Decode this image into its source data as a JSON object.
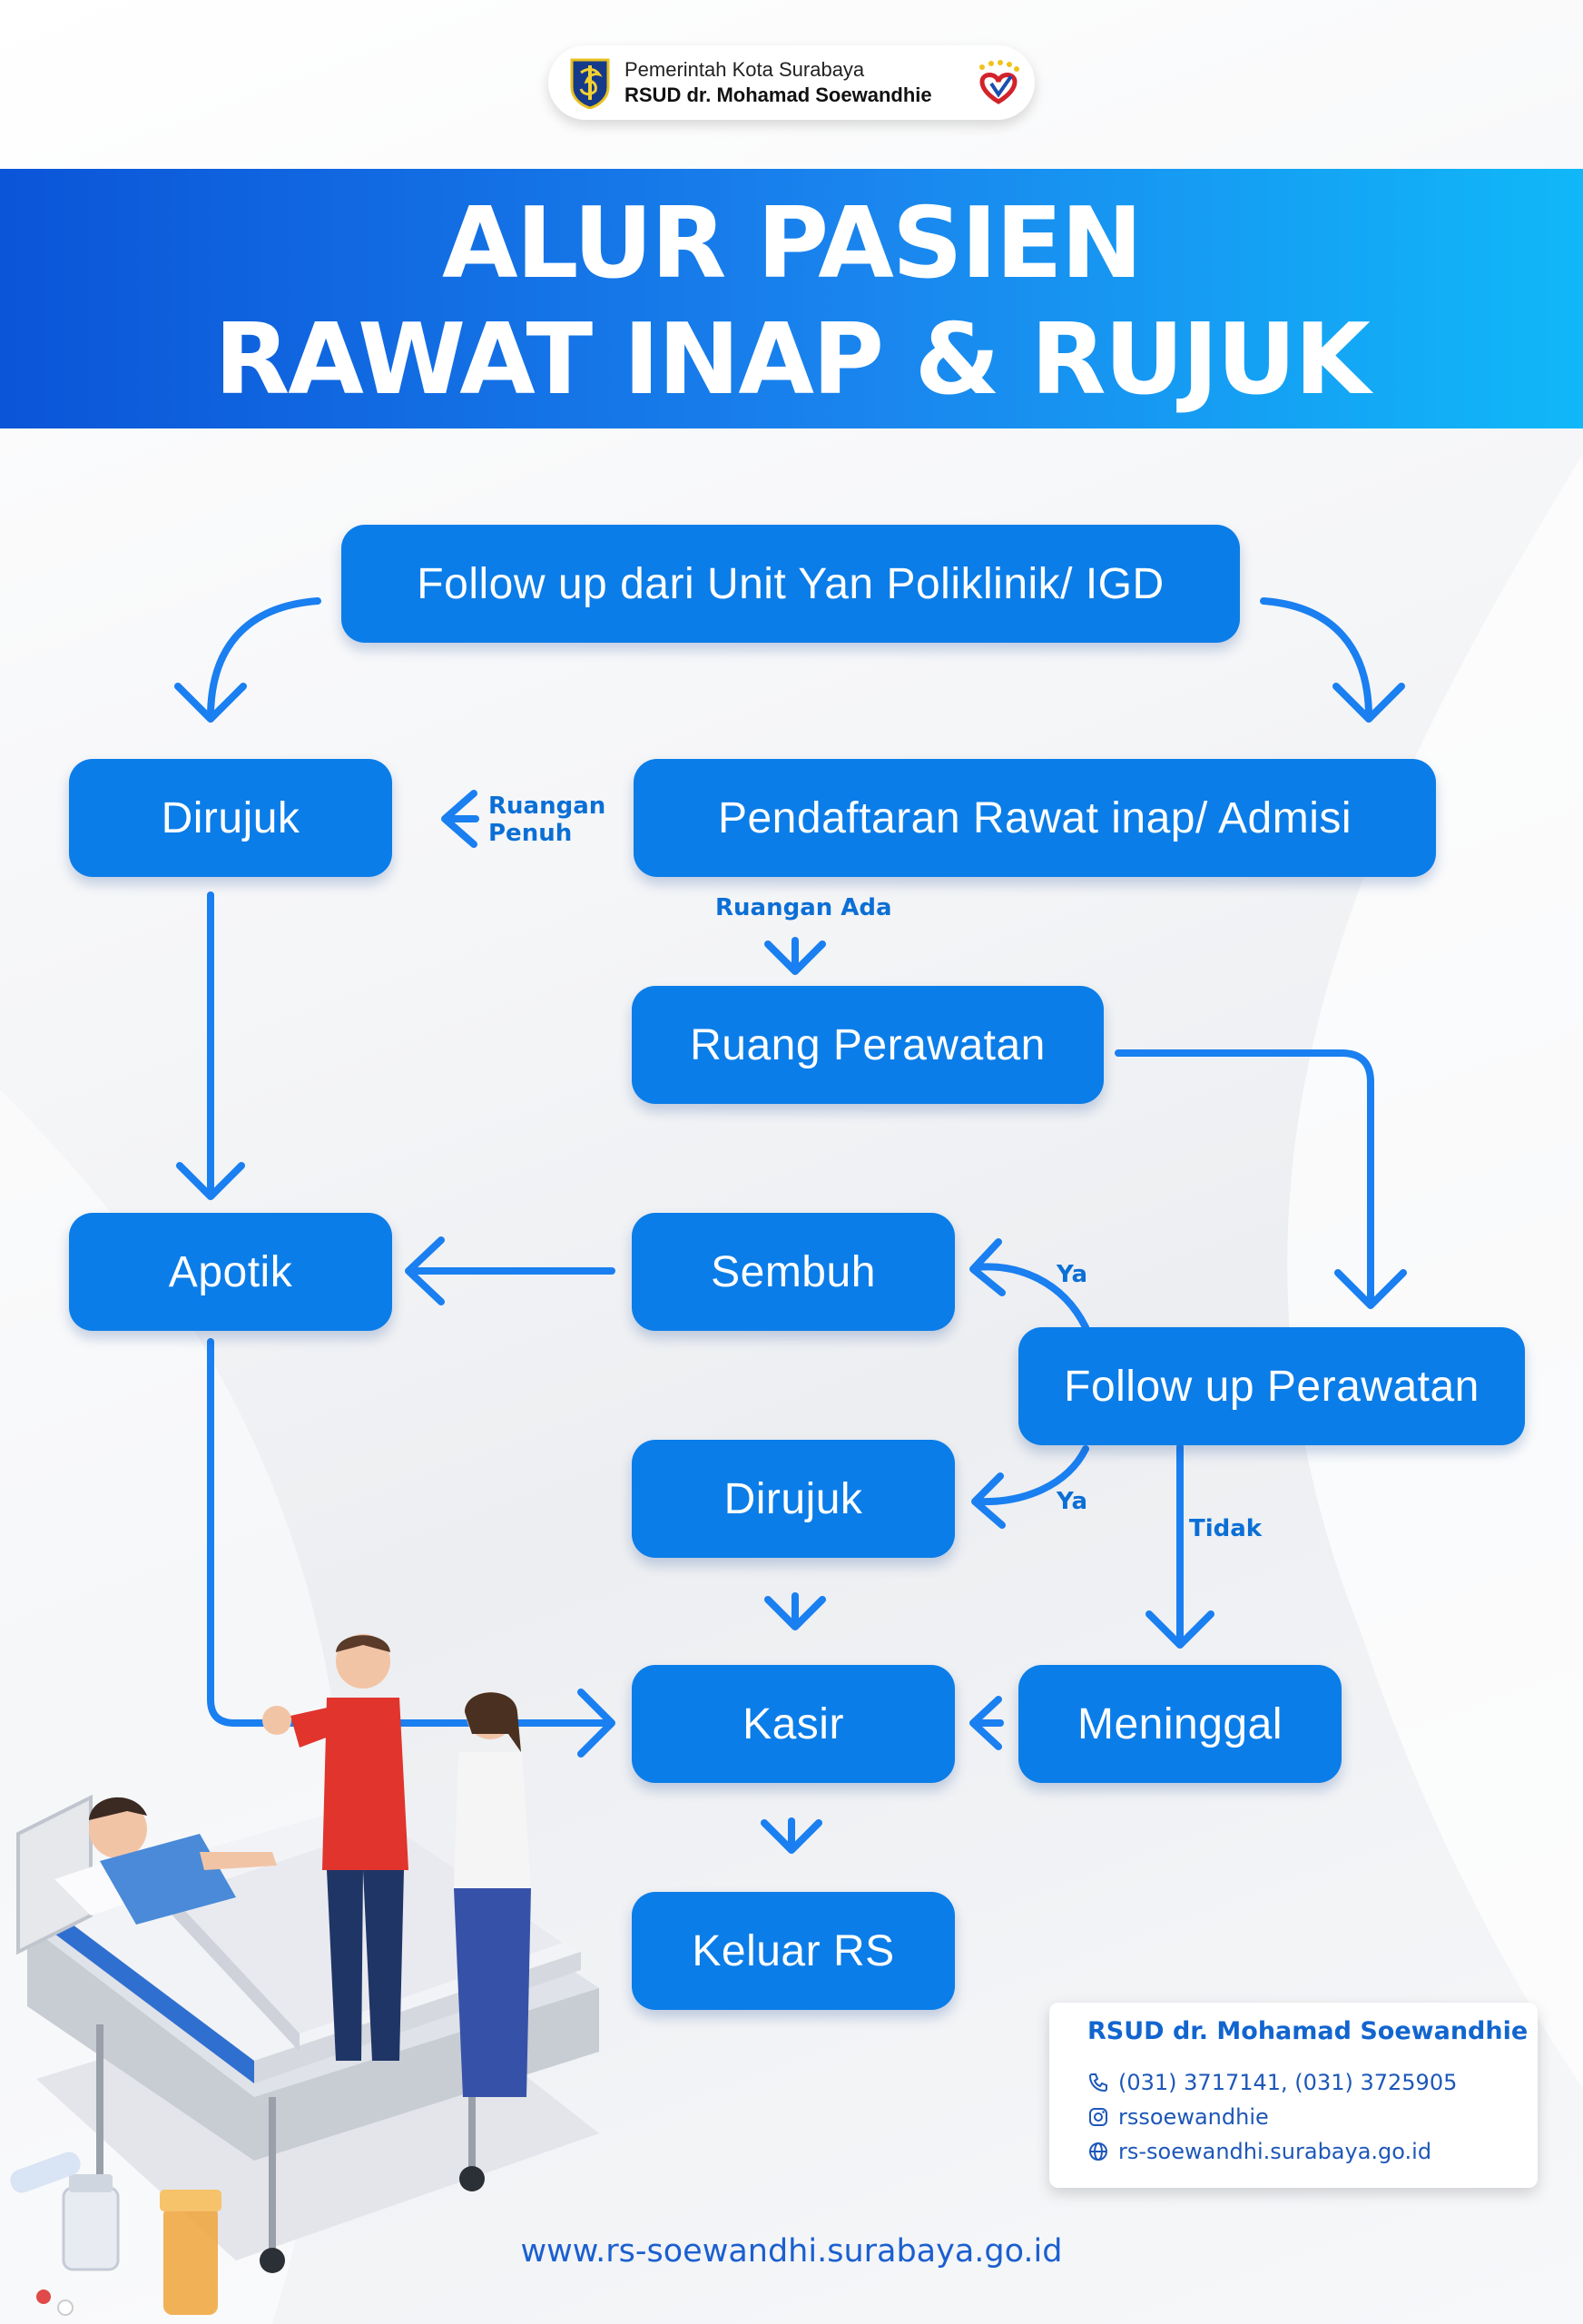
{
  "header": {
    "line1": "Pemerintah Kota Surabaya",
    "line2": "RSUD dr. Mohamad Soewandhie"
  },
  "title": {
    "line1": "ALUR PASIEN",
    "line2": "RAWAT INAP & RUJUK"
  },
  "flow": {
    "start": "Follow up dari Unit Yan Poliklinik/ IGD",
    "dirujuk_left": "Dirujuk",
    "pendaftaran": "Pendaftaran Rawat inap/ Admisi",
    "ruang_perawatan": "Ruang Perawatan",
    "apotik": "Apotik",
    "sembuh": "Sembuh",
    "follow_up_perawatan": "Follow up Perawatan",
    "dirujuk_mid": "Dirujuk",
    "kasir": "Kasir",
    "meninggal": "Meninggal",
    "keluar_rs": "Keluar RS"
  },
  "edge_labels": {
    "ruangan_penuh_1": "Ruangan",
    "ruangan_penuh_2": "Penuh",
    "ruangan_ada": "Ruangan Ada",
    "ya_sembuh": "Ya",
    "ya_dirujuk": "Ya",
    "tidak": "Tidak"
  },
  "contact": {
    "name": "RSUD dr. Mohamad Soewandhie",
    "phone": "(031) 3717141, (031) 3725905",
    "instagram": "rssoewandhie",
    "website": "rs-soewandhi.surabaya.go.id"
  },
  "footer": {
    "url": "www.rs-soewandhi.surabaya.go.id"
  },
  "colors": {
    "primary_blue": "#0b7de8",
    "arrow_blue": "#1a7ff0",
    "banner_start": "#0b55d8",
    "banner_end": "#10b8f8"
  }
}
